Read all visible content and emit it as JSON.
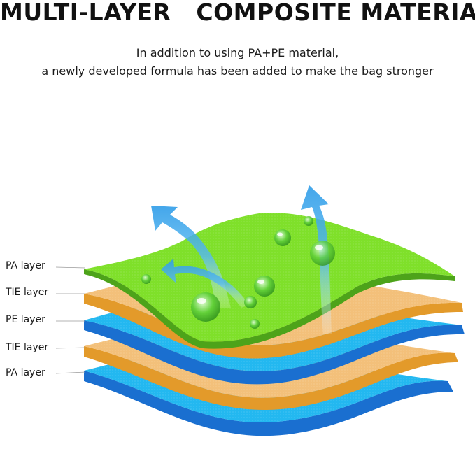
{
  "header": {
    "title": "MULTI-LAYER   COMPOSITE MATERIAL",
    "subtitle_line1": "In addition to using PA+PE material,",
    "subtitle_line2": "a newly developed formula has been added to make the bag stronger"
  },
  "layers": [
    {
      "label": "PA layer",
      "color": "#7fe02a"
    },
    {
      "label": "TIE layer",
      "color": "#f3c07a"
    },
    {
      "label": "PE layer",
      "color": "#1fb6ee"
    },
    {
      "label": "TIE layer",
      "color": "#f3c07a"
    },
    {
      "label": "PA layer",
      "color": "#1fb6ee"
    }
  ],
  "icons": [
    "up-arrow-icon",
    "water-droplet-icon"
  ],
  "colors": {
    "green": "#7fe02a",
    "tan": "#f3c07a",
    "tan_edge": "#e39a2a",
    "blue": "#23b8f0",
    "blue_edge": "#1a6fd0",
    "arrow": "#3aa6ee"
  }
}
